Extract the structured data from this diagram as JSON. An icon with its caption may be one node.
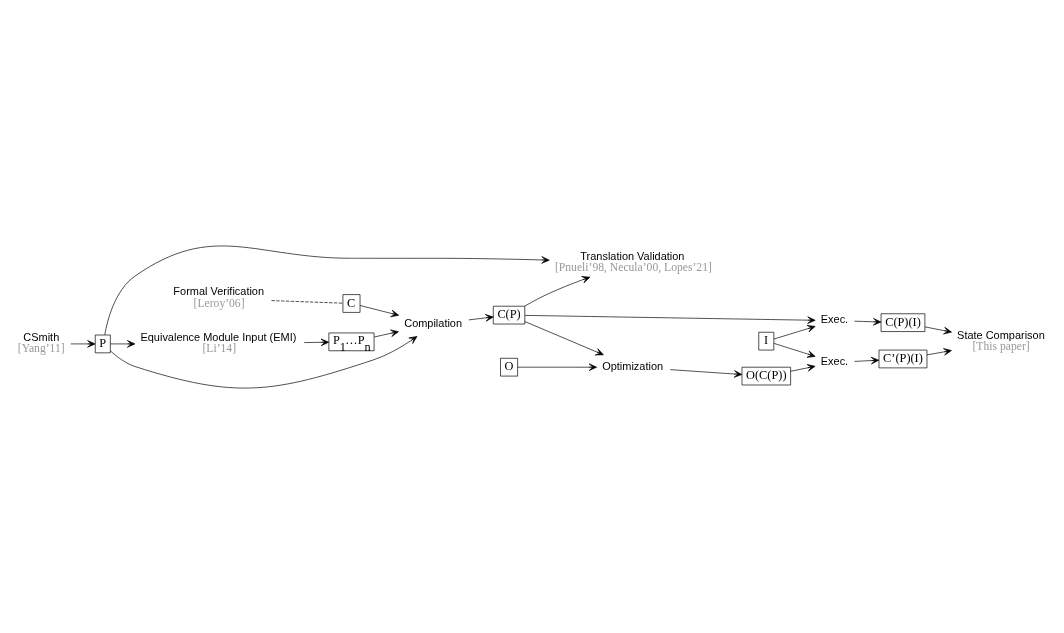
{
  "diagram": {
    "nodes": [
      {
        "text": [
          "Formal Verification",
          "[Leroy’06]"
        ]
      },
      {
        "text": [
          "Translation Validation",
          "[Pnueli’98, Necula’00, Lopes’21]"
        ]
      },
      {
        "text": [
          "CSmith",
          "[Yang’11]"
        ]
      },
      {
        "text": [
          "C"
        ]
      },
      {
        "text": [
          "Compilation"
        ]
      },
      {
        "text": [
          "C(P)"
        ]
      },
      {
        "text": [
          "Exec."
        ]
      },
      {
        "text": [
          "C(P)(I)"
        ]
      },
      {
        "text": [
          "P"
        ]
      },
      {
        "text": [
          "State Comparison",
          "[This paper]"
        ]
      },
      {
        "text": [
          "Optimization"
        ]
      },
      {
        "text": [
          "I"
        ]
      },
      {
        "text": [
          "O"
        ]
      },
      {
        "text": [
          "Equivalence Module Input (EMI)",
          "[Li’14]"
        ]
      },
      {
        "text": [
          "P$_{1}$…P$_{n}$"
        ]
      },
      {
        "text": [
          "O(C(P))"
        ]
      },
      {
        "text": [
          "Exec."
        ]
      },
      {
        "text": [
          "C’(P)(I)"
        ]
      }
    ],
    "edges": [
      {
        "from": 0,
        "to": 3,
        "arrow": "none",
        "style": "dashed"
      },
      {
        "from": 3,
        "to": 4,
        "arrow": "to"
      },
      {
        "from": 2,
        "to": 8,
        "arrow": "to"
      },
      {
        "from": 8,
        "to": 4,
        "arrow": "to"
      },
      {
        "from": 8,
        "to": 1,
        "arrow": "to"
      },
      {
        "from": 8,
        "to": 13,
        "arrow": "to"
      },
      {
        "from": 13,
        "to": 14,
        "arrow": "to"
      },
      {
        "from": 14,
        "to": 4,
        "arrow": "to"
      },
      {
        "from": 4,
        "to": 5,
        "arrow": "to"
      },
      {
        "from": 5,
        "to": 1,
        "arrow": "to"
      },
      {
        "from": 5,
        "to": 6,
        "arrow": "to"
      },
      {
        "from": 6,
        "to": 7,
        "arrow": "to"
      },
      {
        "from": 7,
        "to": 9,
        "arrow": "to"
      },
      {
        "from": 5,
        "to": 10,
        "arrow": "to"
      },
      {
        "from": 12,
        "to": 10,
        "arrow": "to"
      },
      {
        "from": 10,
        "to": 15,
        "arrow": "to"
      },
      {
        "from": 15,
        "to": 16,
        "arrow": "to"
      },
      {
        "from": 11,
        "to": 6,
        "arrow": "to"
      },
      {
        "from": 11,
        "to": 16,
        "arrow": "to"
      },
      {
        "from": 16,
        "to": 17,
        "arrow": "to"
      },
      {
        "from": 17,
        "to": 9,
        "arrow": "to"
      }
    ]
  }
}
